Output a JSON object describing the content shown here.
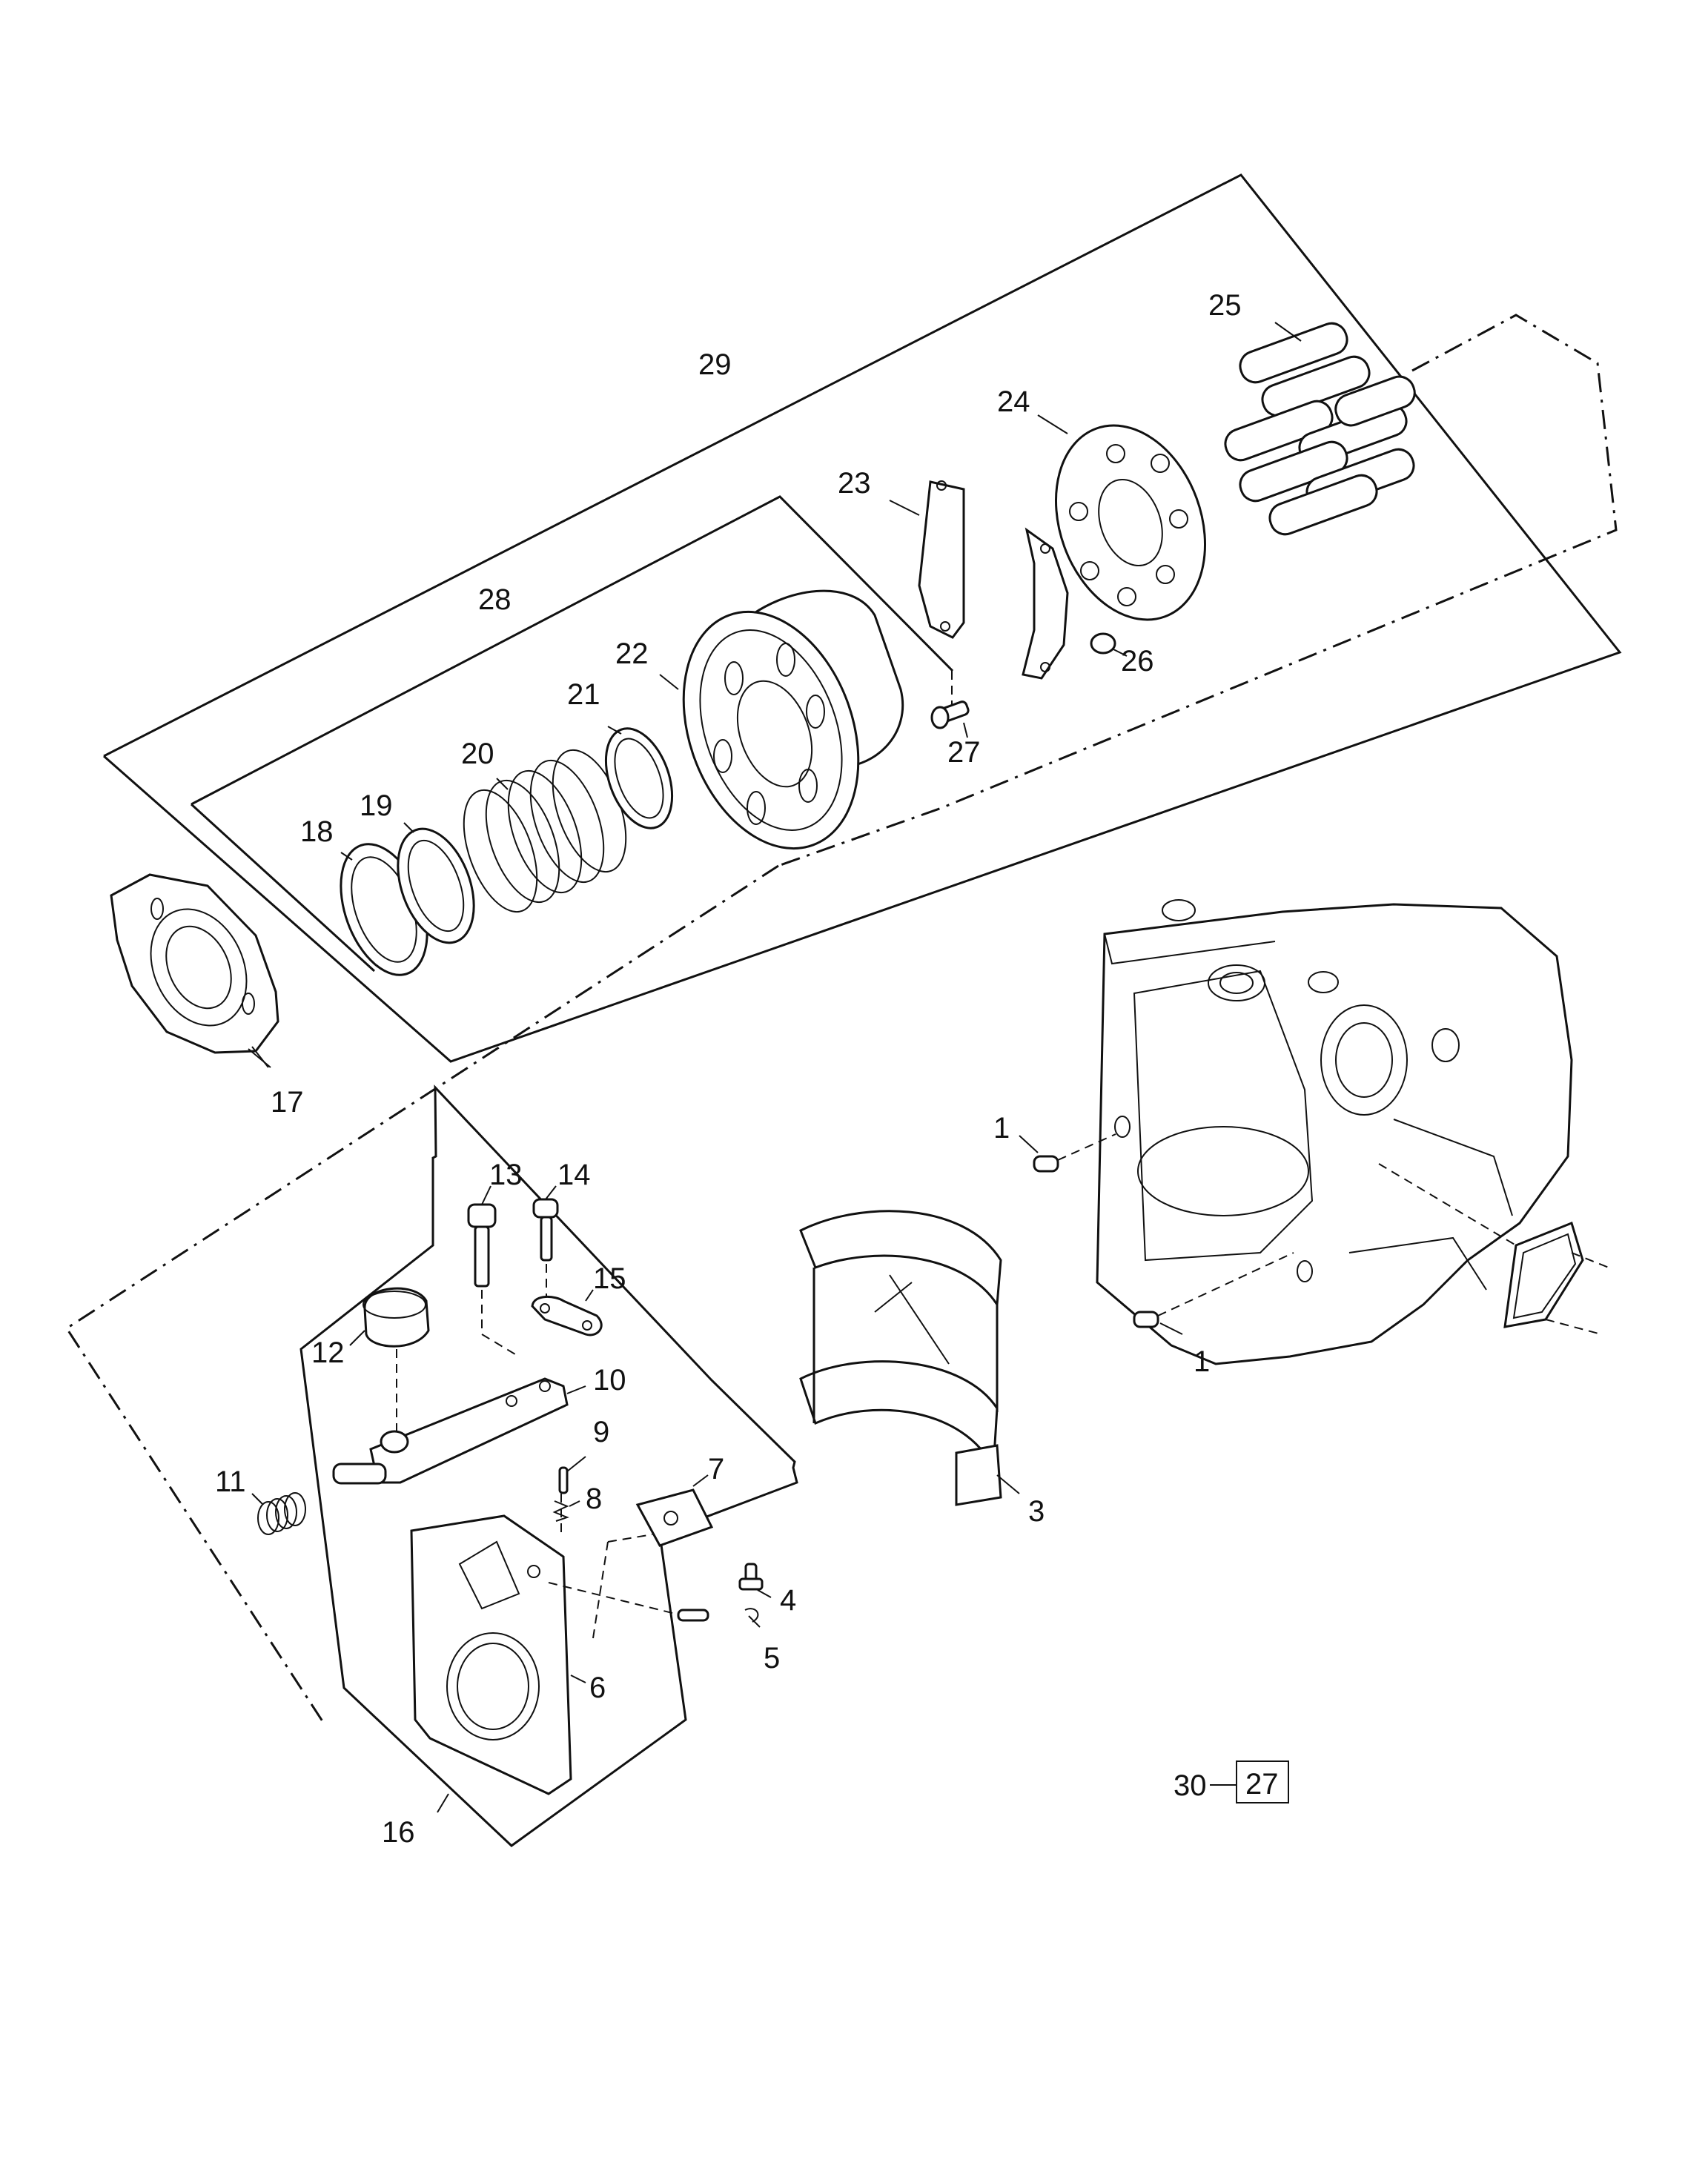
{
  "callouts": [
    {
      "id": "c1a",
      "label": "1"
    },
    {
      "id": "c1b",
      "label": "1"
    },
    {
      "id": "c3",
      "label": "3"
    },
    {
      "id": "c4",
      "label": "4"
    },
    {
      "id": "c5",
      "label": "5"
    },
    {
      "id": "c6",
      "label": "6"
    },
    {
      "id": "c7",
      "label": "7"
    },
    {
      "id": "c8",
      "label": "8"
    },
    {
      "id": "c9",
      "label": "9"
    },
    {
      "id": "c10",
      "label": "10"
    },
    {
      "id": "c11",
      "label": "11"
    },
    {
      "id": "c12",
      "label": "12"
    },
    {
      "id": "c13",
      "label": "13"
    },
    {
      "id": "c14",
      "label": "14"
    },
    {
      "id": "c15",
      "label": "15"
    },
    {
      "id": "c16",
      "label": "16"
    },
    {
      "id": "c17",
      "label": "17"
    },
    {
      "id": "c18",
      "label": "18"
    },
    {
      "id": "c19",
      "label": "19"
    },
    {
      "id": "c20",
      "label": "20"
    },
    {
      "id": "c21",
      "label": "21"
    },
    {
      "id": "c22",
      "label": "22"
    },
    {
      "id": "c23",
      "label": "23"
    },
    {
      "id": "c24",
      "label": "24"
    },
    {
      "id": "c25",
      "label": "25"
    },
    {
      "id": "c26",
      "label": "26"
    },
    {
      "id": "c27",
      "label": "27"
    },
    {
      "id": "c28",
      "label": "28"
    },
    {
      "id": "c29",
      "label": "29"
    }
  ],
  "page_ref": {
    "section": "30",
    "page": "27"
  }
}
